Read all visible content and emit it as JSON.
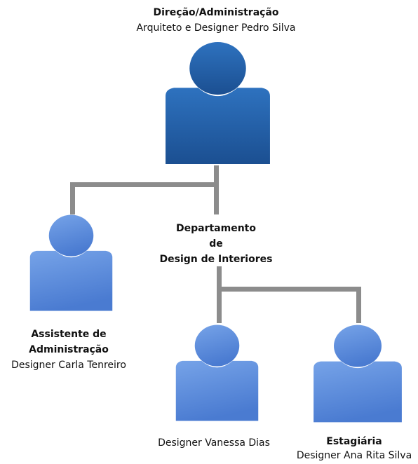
{
  "colors": {
    "connector": "#8c8c8c",
    "director_top": "#2e72bf",
    "director_bottom": "#1b4f91",
    "staff_top": "#76a3e8",
    "staff_bottom": "#4a7bd1"
  },
  "nodes": {
    "director": {
      "title": "Direção/Administração",
      "name": "Arquiteto e Designer Pedro Silva",
      "icon": "person-icon"
    },
    "assistant": {
      "title_line1": "Assistente de",
      "title_line2": "Administração",
      "name": "Designer Carla Tenreiro",
      "icon": "person-icon"
    },
    "department": {
      "line1": "Departamento",
      "line2": "de",
      "line3": "Design de Interiores"
    },
    "designer": {
      "name": "Designer Vanessa Dias",
      "icon": "person-icon"
    },
    "intern": {
      "title": "Estagiária",
      "name": "Designer Ana Rita Silva",
      "icon": "person-icon"
    }
  }
}
